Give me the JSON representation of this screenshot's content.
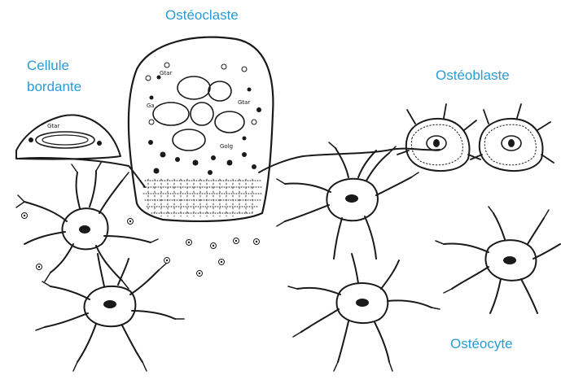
{
  "labels": {
    "osteoclast": "Ostéoclaste",
    "lining_cell_line1": "Cellule",
    "lining_cell_line2": "bordante",
    "osteoblast": "Ostéoblaste",
    "osteocyte": "Ostéocyte"
  },
  "colors": {
    "label": "#2b9bd6",
    "ink": "#1a1a1a",
    "cell_fill": "#ffffff"
  }
}
